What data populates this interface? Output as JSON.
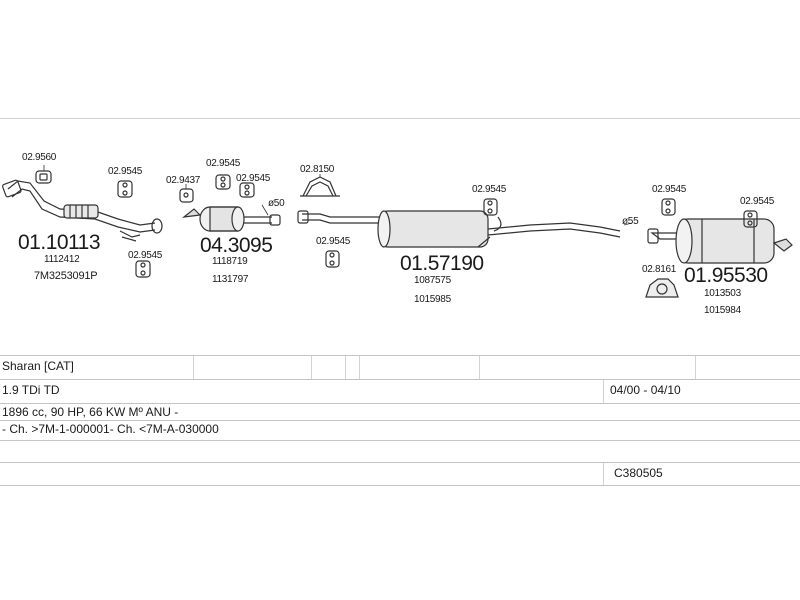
{
  "parts": {
    "mount_02_9560": "02.9560",
    "front_pipe_number": "01.10113",
    "front_pipe_ref1": "1112412",
    "front_pipe_ref2": "7M3253091P",
    "mount_front_top": "02.9545",
    "mount_front_bottom": "02.9545",
    "mount_02_9437": "02.9437",
    "mount_cat_top": "02.9545",
    "mount_cat_right": "02.9545",
    "cat_number": "04.3095",
    "cat_ref1": "1118719",
    "cat_ref2": "1131797",
    "cat_diameter": "ø50",
    "clamp_02_8150": "02.8150",
    "mount_mid_left": "02.9545",
    "center_number": "01.57190",
    "center_ref1": "1087575",
    "center_ref2": "1015985",
    "mount_center_top": "02.9545",
    "pipe_diameter": "ø55",
    "mount_rear_left": "02.9545",
    "mount_rear_right": "02.9545",
    "clamp_02_8161": "02.8161",
    "rear_number": "01.95530",
    "rear_ref1": "1013503",
    "rear_ref2": "1015984"
  },
  "vehicle": {
    "model": "Sharan  [CAT]",
    "engine": "1.9 TDi TD",
    "period": "04/00 - 04/10",
    "spec": "1896 cc, 90 HP, 66 KW Mº ANU -",
    "chassis": "- Ch. >7M-1-000001- Ch. <7M-A-030000",
    "code": "C380505"
  }
}
